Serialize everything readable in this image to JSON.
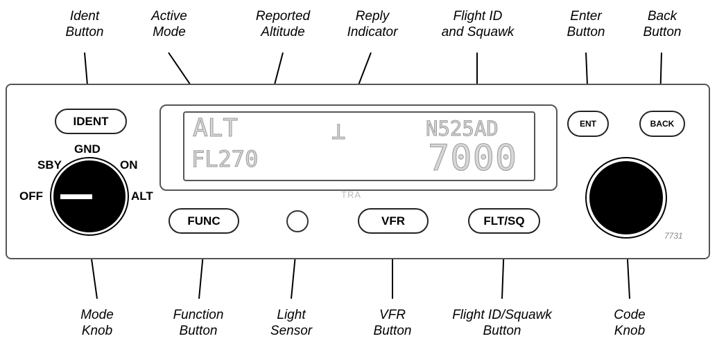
{
  "callouts": {
    "ident_button": [
      "Ident",
      "Button"
    ],
    "active_mode": [
      "Active",
      "Mode"
    ],
    "reported_altitude": [
      "Reported",
      "Altitude"
    ],
    "reply_indicator": [
      "Reply",
      "Indicator"
    ],
    "flight_id_squawk": [
      "Flight ID",
      "and Squawk"
    ],
    "enter_button": [
      "Enter",
      "Button"
    ],
    "back_button": [
      "Back",
      "Button"
    ],
    "mode_knob": [
      "Mode",
      "Knob"
    ],
    "function_button": [
      "Function",
      "Button"
    ],
    "light_sensor": [
      "Light",
      "Sensor"
    ],
    "vfr_button": [
      "VFR",
      "Button"
    ],
    "flight_id_squawk_button": [
      "Flight ID/Squawk",
      "Button"
    ],
    "code_knob": [
      "Code",
      "Knob"
    ]
  },
  "buttons": {
    "ident": "IDENT",
    "func": "FUNC",
    "vfr": "VFR",
    "flt_sq": "FLT/SQ",
    "ent": "ENT",
    "back": "BACK"
  },
  "mode_positions": {
    "off": "OFF",
    "sby": "SBY",
    "gnd": "GND",
    "on": "ON",
    "alt": "ALT"
  },
  "display": {
    "mode": "ALT",
    "altitude": "FL270",
    "reply": "⊥",
    "flight_id": "N525AD",
    "squawk": "7000"
  },
  "brand": "TRA",
  "model": "7731",
  "colors": {
    "lcd_segment": "#d7d7d7",
    "outline": "#555555",
    "knob": "#000000"
  }
}
